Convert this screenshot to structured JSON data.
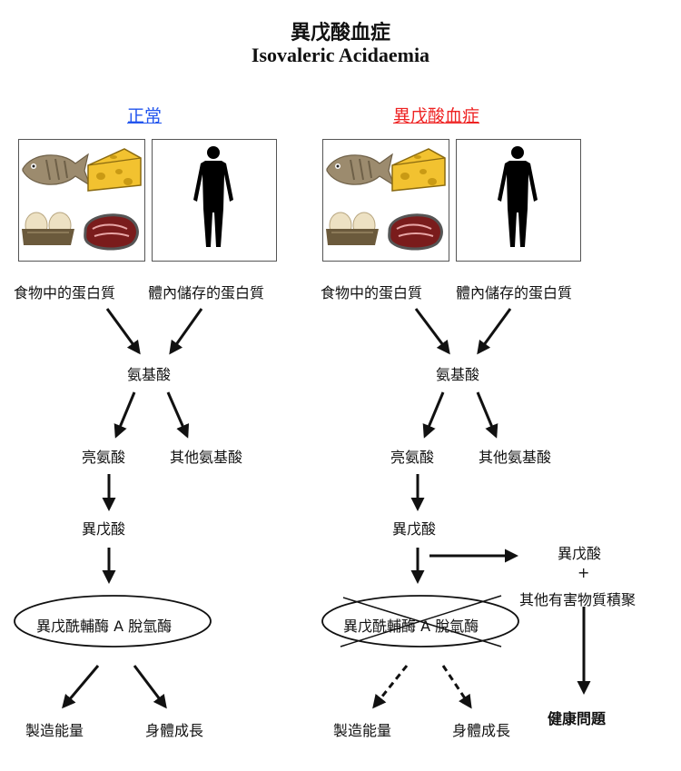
{
  "title_zh": "異戊酸血症",
  "title_en": "Isovaleric Acidaemia",
  "normal": {
    "heading": "正常",
    "heading_color": "#2255ee",
    "food_protein": "食物中的蛋白質",
    "body_protein": "體內儲存的蛋白質",
    "amino_acids": "氨基酸",
    "leucine": "亮氨酸",
    "other_amino": "其他氨基酸",
    "isovaleric_acid": "異戊酸",
    "enzyme": "異戊酰輔酶 A 脫氫酶",
    "energy": "製造能量",
    "growth": "身體成長"
  },
  "disease": {
    "heading": "異戊酸血症",
    "heading_color": "#ee2222",
    "food_protein": "食物中的蛋白質",
    "body_protein": "體內儲存的蛋白質",
    "amino_acids": "氨基酸",
    "leucine": "亮氨酸",
    "other_amino": "其他氨基酸",
    "isovaleric_acid": "異戊酸",
    "enzyme": "異戊酰輔酶 A 脫氫酶",
    "energy": "製造能量",
    "growth": "身體成長",
    "accum_line1": "異戊酸",
    "accum_plus": "+",
    "accum_line2": "其他有害物質積聚",
    "health": "健康問題"
  },
  "icons": [
    "fish-icon",
    "cheese-icon",
    "eggs-icon",
    "steak-icon",
    "human-silhouette-icon"
  ]
}
